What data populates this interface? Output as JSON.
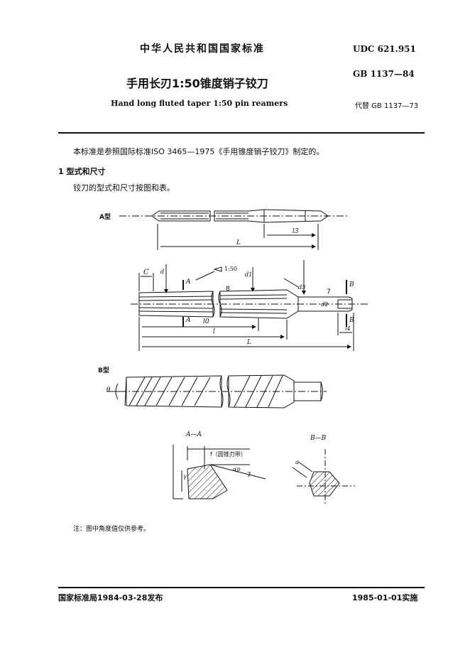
{
  "header": {
    "org": "中华人民共和国国家标准",
    "udc": "UDC 621.951",
    "gb": "GB 1137—84",
    "title_cn": "手用长刃1:50锥度销子铰刀",
    "title_en": "Hand long fluted taper 1:50 pin reamers",
    "replaces": "代替 GB 1137—73"
  },
  "body": {
    "intro": "本标准是参照国际标准ISO 3465—1975《手用锥度销子铰刀》制定的。",
    "section1_title": "1  型式和尺寸",
    "section1_text": "铰刀的型式和尺寸按图和表。",
    "note": "注：图中角度值仅供参考。"
  },
  "figure": {
    "type_a": "A型",
    "type_b": "B型",
    "l_label": "L",
    "l3": "l3",
    "c": "C",
    "d": "d",
    "d1": "d1",
    "d2": "d2",
    "d3": "d3",
    "taper": "1:50",
    "rough8": "8",
    "rough7": "7",
    "a": "A",
    "b": "B",
    "l0": "l0",
    "l": "l",
    "l4": "l4",
    "theta": "θ",
    "sec_aa": "A—A",
    "sec_bb": "B—B",
    "margin_label": "f（圆锥刃带）",
    "alpha": "αp",
    "gamma": "γ",
    "a_sq": "a"
  },
  "footer": {
    "issued": "国家标准局1984-03-28发布",
    "effective": "1985-01-01实施"
  }
}
